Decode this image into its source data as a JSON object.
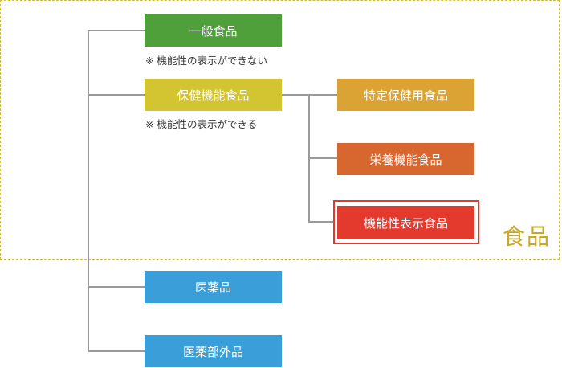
{
  "diagram": {
    "region_label": "食品",
    "nodes": {
      "general_food": {
        "label": "一般食品",
        "color": "#4f9f3b"
      },
      "health_food": {
        "label": "保健機能食品",
        "color": "#d3c431"
      },
      "specific_health": {
        "label": "特定保健用食品",
        "color": "#dba234"
      },
      "nutrient_function": {
        "label": "栄養機能食品",
        "color": "#d8662f"
      },
      "function_claims": {
        "label": "機能性表示食品",
        "color": "#e43a2e"
      },
      "medicine": {
        "label": "医薬品",
        "color": "#3a9fd9"
      },
      "quasi_drug": {
        "label": "医薬部外品",
        "color": "#3a9fd9"
      }
    },
    "notes": {
      "general_food_note": "※ 機能性の表示ができない",
      "health_food_note": "※ 機能性の表示ができる"
    },
    "colors": {
      "connector": "#9a9a9a",
      "region_border": "#d2bd3a",
      "region_label": "#c8a820",
      "highlight": "#e43a2e"
    }
  }
}
